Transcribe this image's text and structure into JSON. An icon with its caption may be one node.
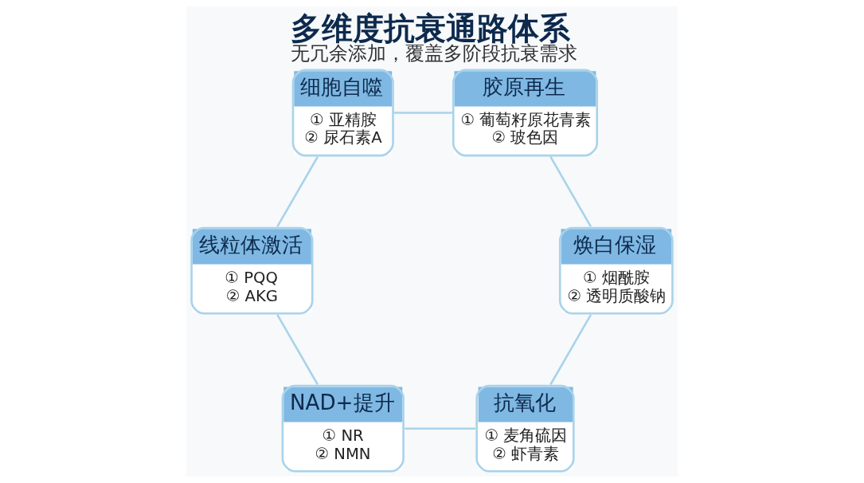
{
  "diagram": {
    "title": "多维度抗衰通路体系",
    "caption": "无冗余添加，覆盖多阶段抗衰需求",
    "nodes": [
      {
        "text": [
          "抗氧化",
          "① 麦角硫因",
          "② 虾青素"
        ]
      },
      {
        "text": [
          "NAD+提升",
          "① NR",
          "② NMN"
        ]
      },
      {
        "text": [
          "焕白保湿",
          "① 烟酰胺",
          "② 透明质酸钠"
        ]
      },
      {
        "text": [
          "线粒体激活",
          "① PQQ",
          "② AKG"
        ]
      },
      {
        "text": [
          "胶原再生",
          "① 葡萄籽原花青素",
          "② 玻色因"
        ]
      },
      {
        "text": [
          "细胞自噬",
          "① 亚精胺",
          "② 尿石素A"
        ]
      }
    ],
    "edges": [
      {
        "from": 0,
        "to": 1,
        "arrow": "none"
      },
      {
        "from": 1,
        "to": 3,
        "arrow": "none"
      },
      {
        "from": 3,
        "to": 5,
        "arrow": "none"
      },
      {
        "from": 5,
        "to": 4,
        "arrow": "none"
      },
      {
        "from": 4,
        "to": 2,
        "arrow": "none"
      },
      {
        "from": 2,
        "to": 0,
        "arrow": "none"
      }
    ]
  }
}
